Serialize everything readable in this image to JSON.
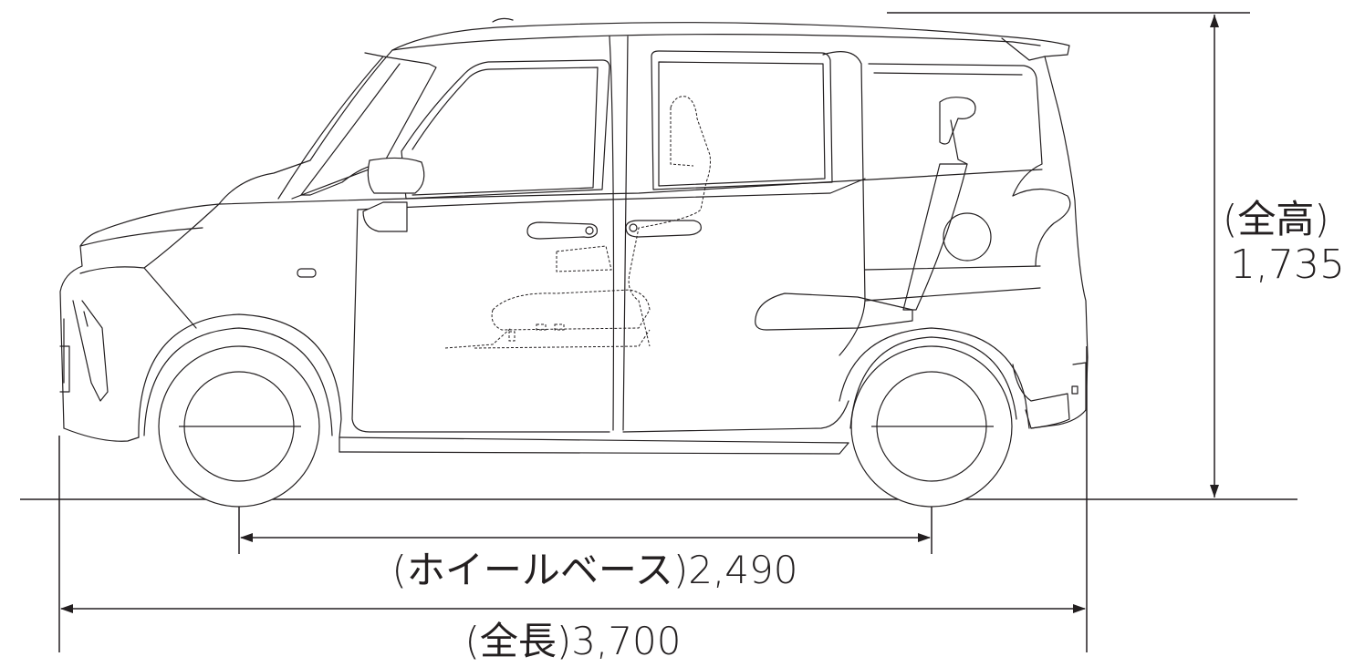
{
  "dimensions": {
    "height": {
      "label": "(全高)",
      "value": "1,735"
    },
    "wheelbase": {
      "label": "(ホイールベース)",
      "value": "2,490"
    },
    "length": {
      "label": "(全長)",
      "value": "3,700"
    }
  },
  "colors": {
    "line": "#231f20",
    "background": "#ffffff"
  }
}
